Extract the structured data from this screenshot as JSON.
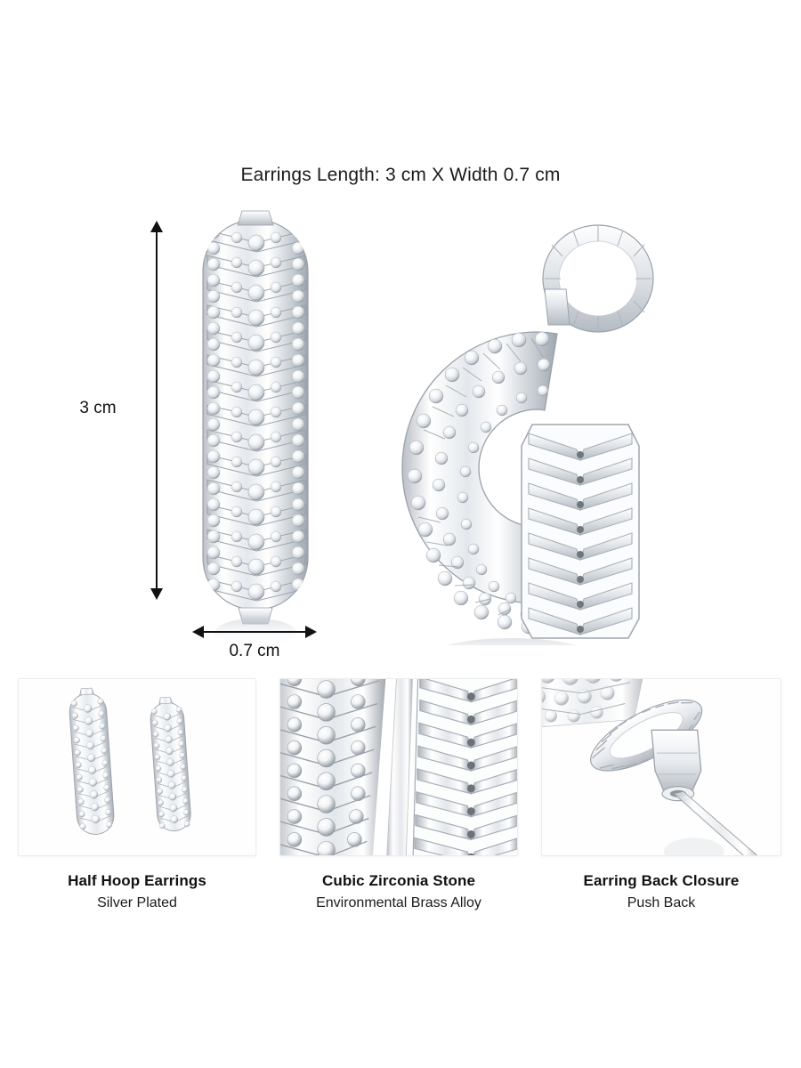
{
  "header": {
    "size_title": "Earrings Length: 3 cm X Width 0.7 cm"
  },
  "dimensions": {
    "height_label": "3 cm",
    "width_label": "0.7 cm",
    "height_arrow_name": "vertical-double-arrow",
    "width_arrow_name": "horizontal-double-arrow"
  },
  "hero": {
    "left_item_alt": "half-hoop-earring-front-view",
    "right_item_alt": "half-hoop-earring-angled-view-with-push-back-post"
  },
  "features": [
    {
      "title": "Half Hoop Earrings",
      "subtitle": "Silver Plated",
      "image_alt": "pair-of-half-hoop-earrings"
    },
    {
      "title": "Cubic Zirconia Stone",
      "subtitle": "Environmental Brass Alloy",
      "image_alt": "close-up-of-cubic-zirconia-pave-setting"
    },
    {
      "title": "Earring Back Closure",
      "subtitle": "Push Back",
      "image_alt": "push-back-earring-closure-detail"
    }
  ],
  "colors": {
    "background": "#ffffff",
    "text": "#111111",
    "metal_light": "#fdfdfd",
    "metal_mid": "#d9dce0",
    "metal_shadow": "#9aa0a6",
    "panel_border": "#ececec"
  }
}
